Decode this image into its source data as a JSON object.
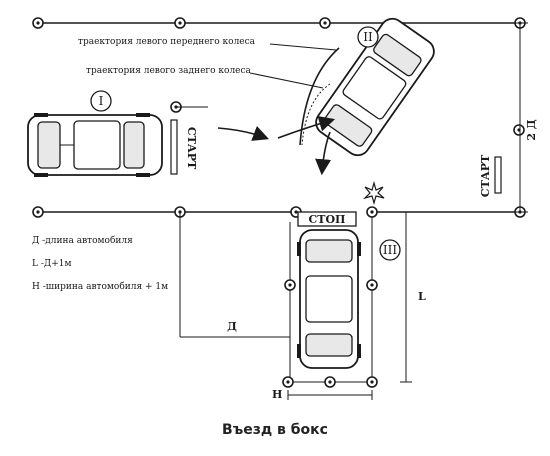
{
  "labels": {
    "front_wheel_path": "траектория левого переднего колеса",
    "rear_wheel_path": "траектория левого заднего колеса",
    "start_left": "СТАРТ",
    "start_right": "СТАРТ",
    "stop": "СТОП",
    "position_1": "I",
    "position_2": "II",
    "position_3": "III",
    "two_d": "2 Д",
    "d": "Д",
    "l": "L",
    "h": "Н"
  },
  "legend": [
    "Д -длина автомобиля",
    "L -Д+1м",
    "Н -ширина автомобиля + 1м"
  ],
  "caption": "Въезд в бокс"
}
